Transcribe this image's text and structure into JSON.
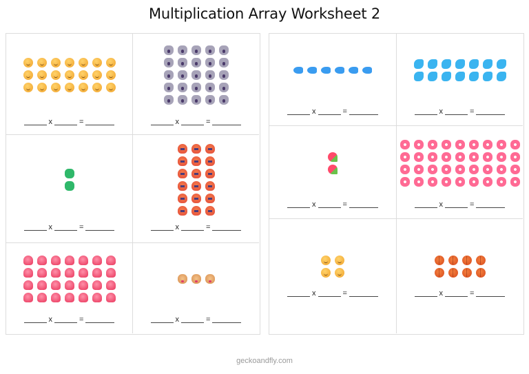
{
  "title": "Multiplication Array Worksheet 2",
  "footer": "geckoandfly.com",
  "equation": {
    "times": "x",
    "equals": "="
  },
  "panels": [
    {
      "name": "left-panel",
      "cells": [
        {
          "emoji": "smiley-face",
          "rows": 3,
          "cols": 7
        },
        {
          "emoji": "koala",
          "rows": 5,
          "cols": 5
        },
        {
          "emoji": "four-leaf-clover",
          "rows": 2,
          "cols": 1
        },
        {
          "emoji": "angry-face",
          "rows": 6,
          "cols": 3
        },
        {
          "emoji": "mushroom",
          "rows": 4,
          "cols": 7
        },
        {
          "emoji": "dog-face",
          "rows": 1,
          "cols": 3
        }
      ]
    },
    {
      "name": "right-panel",
      "cells": [
        {
          "emoji": "fish",
          "rows": 1,
          "cols": 6
        },
        {
          "emoji": "dolphin",
          "rows": 2,
          "cols": 7
        },
        {
          "emoji": "watermelon",
          "rows": 2,
          "cols": 1
        },
        {
          "emoji": "cherry-blossom",
          "rows": 4,
          "cols": 9
        },
        {
          "emoji": "smiley-face",
          "rows": 2,
          "cols": 2
        },
        {
          "emoji": "basketball",
          "rows": 2,
          "cols": 4
        }
      ]
    }
  ],
  "colors": {
    "border": "#dcdcdc",
    "footer_text": "#9a9a9a",
    "title_text": "#111111"
  }
}
